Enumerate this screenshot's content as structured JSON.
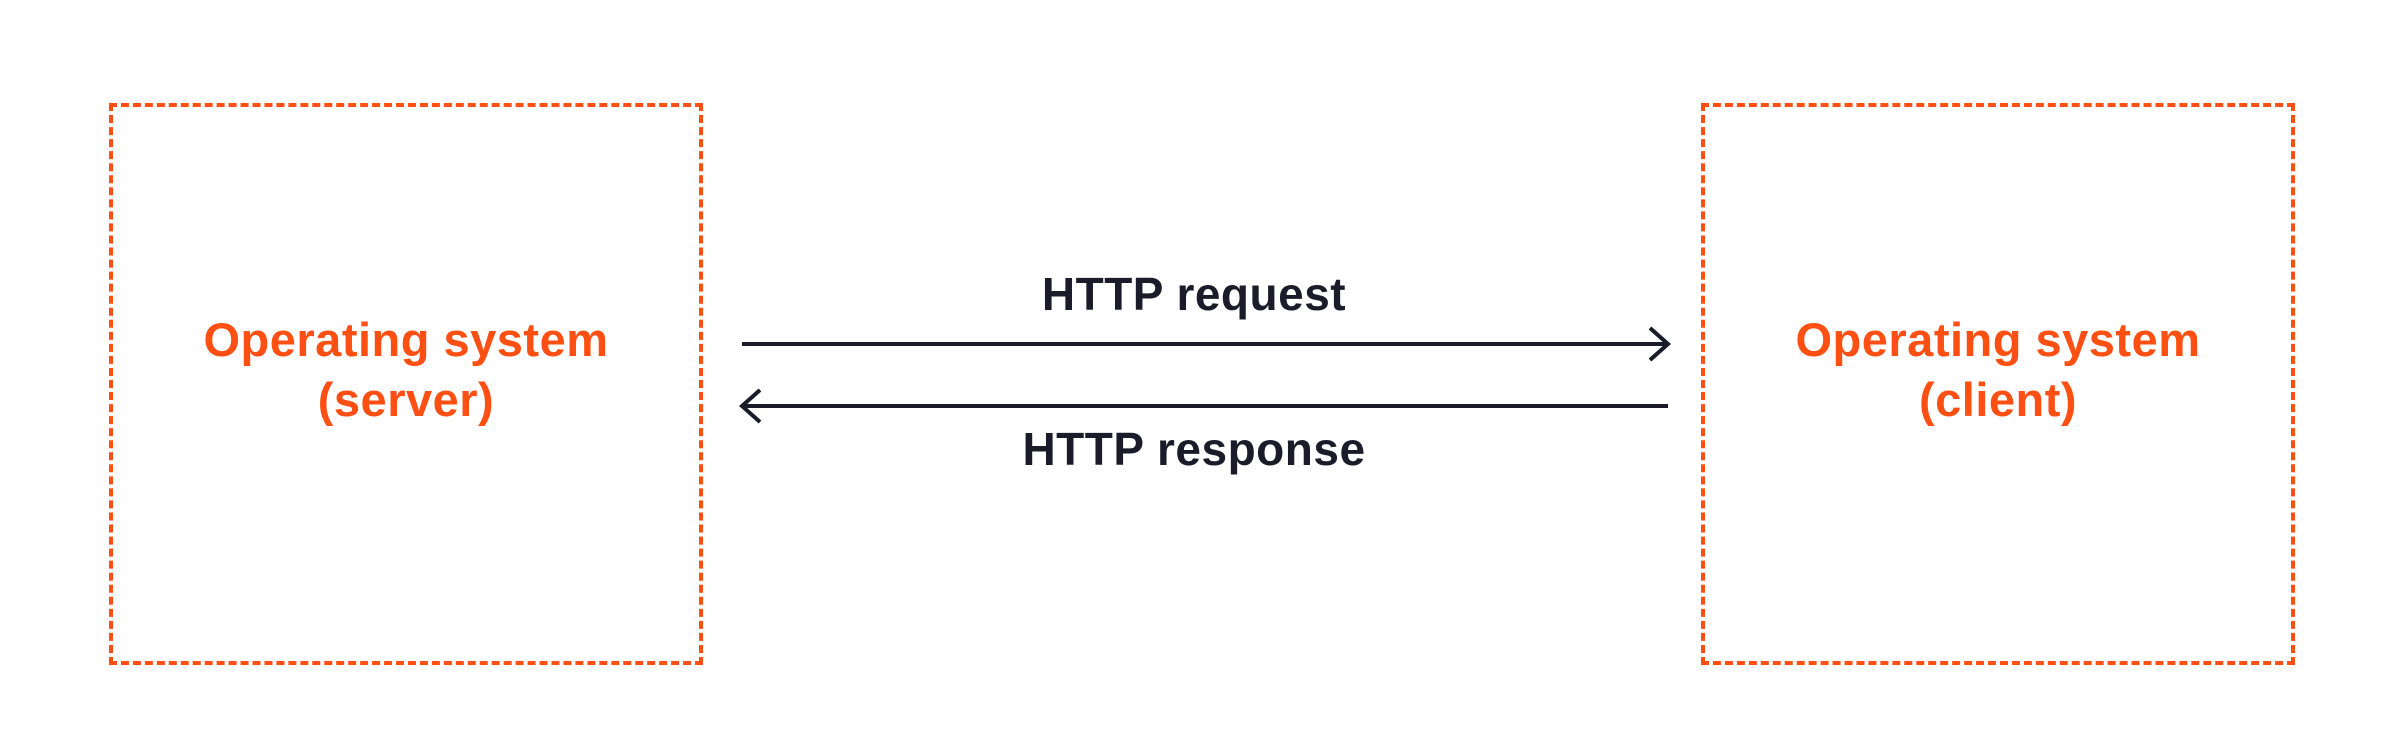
{
  "server": {
    "label_line1": "Operating system",
    "label_line2": "(server)"
  },
  "client": {
    "label_line1": "Operating system",
    "label_line2": "(client)"
  },
  "request": {
    "label": "HTTP request",
    "direction": "server-to-client"
  },
  "response": {
    "label": "HTTP response",
    "direction": "client-to-server"
  },
  "colors": {
    "accent": "#ff4f12",
    "text": "#1c1b2a",
    "background": "#ffffff"
  },
  "icons": {
    "request_arrow": "arrow-right-icon",
    "response_arrow": "arrow-left-icon"
  }
}
